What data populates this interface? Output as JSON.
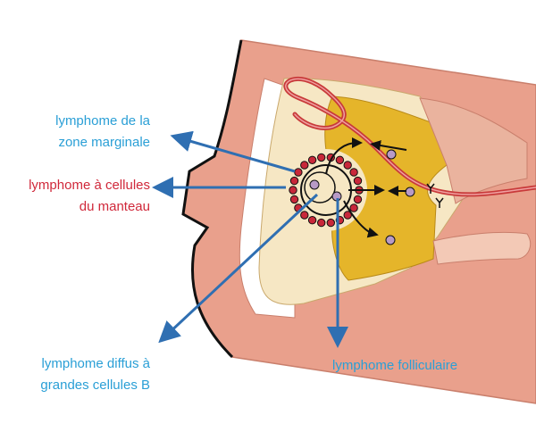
{
  "labels": {
    "marginal": {
      "line1": "lymphome de la",
      "line2": "zone marginale",
      "color": "#2a9fd6"
    },
    "mantle": {
      "line1": "lymphome à cellules",
      "line2": "du manteau",
      "color": "#d0283a"
    },
    "diffuse": {
      "line1": "lymphome diffus à",
      "line2": "grandes cellules B",
      "color": "#2a9fd6"
    },
    "follicular": {
      "line1": "lymphome folliculaire",
      "color": "#2a9fd6"
    }
  },
  "colors": {
    "capsule": "#e9a08c",
    "capsule_edge": "#c97f6c",
    "cortex": "#f6e7c4",
    "paracortex": "#e5b52a",
    "mantle_dots": "#c8283a",
    "cell": "#b89ac6",
    "vessel": "#c83a3a",
    "arrow_blue": "#2f6fb2",
    "arrow_black": "#111111"
  }
}
